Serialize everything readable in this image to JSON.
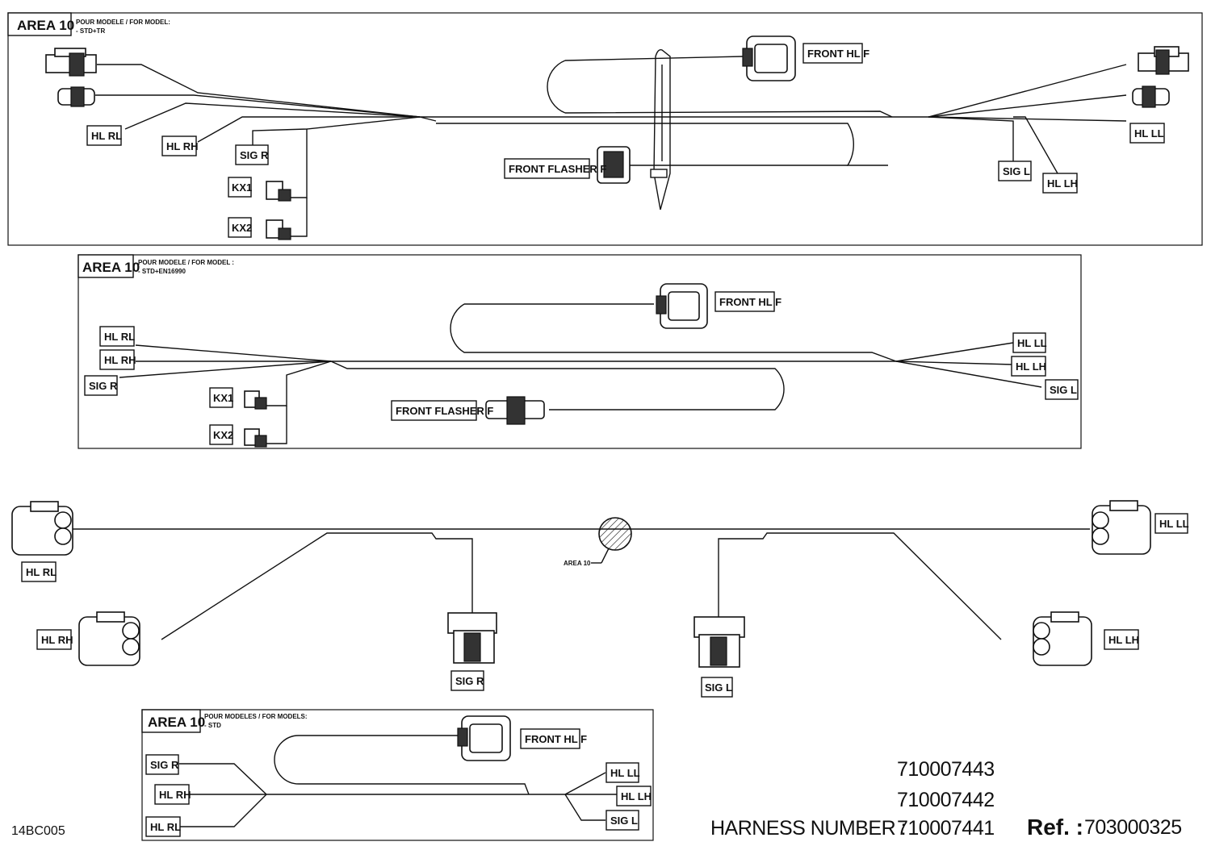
{
  "area1": {
    "title": "AREA 10",
    "model_note_1": "POUR MODELE / FOR MODEL:",
    "model_note_2": "- STD+TR",
    "labels": {
      "front_hl_f": "FRONT HL F",
      "front_flasher_f": "FRONT FLASHER F",
      "hl_rl": "HL RL",
      "hl_rh": "HL RH",
      "sig_r": "SIG R",
      "kx1": "KX1",
      "kx2": "KX2",
      "sig_l": "SIG L",
      "hl_lh": "HL LH",
      "hl_ll": "HL LL"
    }
  },
  "area2": {
    "title": "AREA 10",
    "model_note_1": "POUR MODELE / FOR MODEL :",
    "model_note_2": "- STD+EN16990",
    "labels": {
      "front_hl_f": "FRONT HL F",
      "front_flasher_f": "FRONT FLASHER F",
      "hl_rl": "HL RL",
      "hl_rh": "HL RH",
      "sig_r": "SIG R",
      "kx1": "KX1",
      "kx2": "KX2",
      "hl_ll": "HL LL",
      "hl_lh": "HL LH",
      "sig_l": "SIG L"
    }
  },
  "main": {
    "area_marker": "AREA 10",
    "labels": {
      "hl_rl": "HL RL",
      "hl_rh": "HL RH",
      "sig_r": "SIG R",
      "sig_l": "SIG L",
      "hl_ll": "HL LL",
      "hl_lh": "HL LH"
    }
  },
  "area3": {
    "title": "AREA 10",
    "model_note_1": "POUR MODELES / FOR MODELS:",
    "model_note_2": "- STD",
    "labels": {
      "front_hl_f": "FRONT HL F",
      "sig_r": "SIG R",
      "hl_rh": "HL RH",
      "hl_rl": "HL RL",
      "hl_ll": "HL LL",
      "hl_lh": "HL LH",
      "sig_l": "SIG L"
    }
  },
  "footer": {
    "drawing_code": "14BC005",
    "part_numbers": [
      "710007443",
      "710007442",
      "710007441"
    ],
    "harness_label": "HARNESS NUMBER :",
    "ref_label": "Ref. :",
    "ref_value": "703000325"
  }
}
